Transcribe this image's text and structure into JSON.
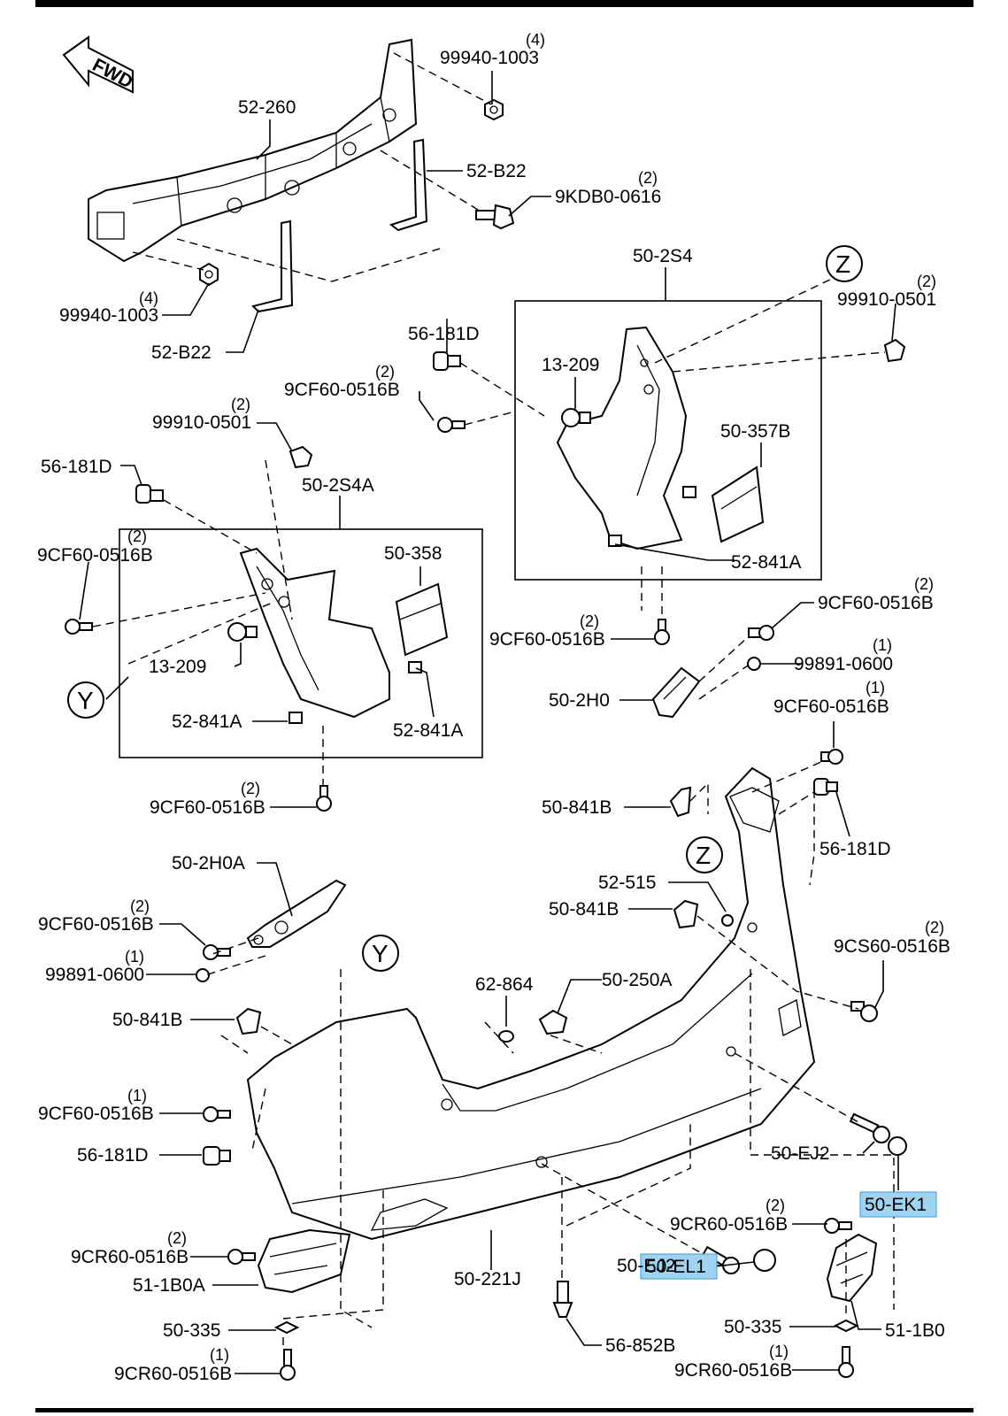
{
  "labels": {
    "p99940_1003_a": "99940-1003",
    "q99940_1003_a": "(4)",
    "p52_260": "52-260",
    "p52_b22_a": "52-B22",
    "p9kdb0": "9KDB0-0616",
    "q9kdb0": "(2)",
    "p99940_1003_b": "99940-1003",
    "q99940_1003_b": "(4)",
    "p52_b22_b": "52-B22",
    "p50_2s4": "50-2S4",
    "p99910_0501_a": "99910-0501",
    "q99910_0501_a": "(2)",
    "p56_181d_a": "56-181D",
    "p13_209_a": "13-209",
    "p9cf60_a": "9CF60-0516B",
    "q9cf60_a": "(2)",
    "p50_357b": "50-357B",
    "p99910_0501_b": "99910-0501",
    "q99910_0501_b": "(2)",
    "p56_181d_b": "56-181D",
    "p50_2s4a": "50-2S4A",
    "p9cf60_b": "9CF60-0516B",
    "q9cf60_b": "(2)",
    "p50_358": "50-358",
    "p52_841a_a": "52-841A",
    "p9cf60_c": "9CF60-0516B",
    "q9cf60_c": "(2)",
    "p9cf60_d": "9CF60-0516B",
    "q9cf60_d": "(2)",
    "p99891_0600_a": "99891-0600",
    "q99891_0600_a": "(1)",
    "p13_209_b": "13-209",
    "p50_2h0": "50-2H0",
    "p52_841a_b": "52-841A",
    "p52_841a_c": "52-841A",
    "p9cf60_e": "9CF60-0516B",
    "q9cf60_e": "(1)",
    "p9cf60_f": "9CF60-0516B",
    "q9cf60_f": "(2)",
    "p50_841b_a": "50-841B",
    "p56_181d_c": "56-181D",
    "p50_2h0a": "50-2H0A",
    "p52_515": "52-515",
    "p9cf60_g": "9CF60-0516B",
    "q9cf60_g": "(2)",
    "p50_841b_b": "50-841B",
    "p9cs60": "9CS60-0516B",
    "q9cs60": "(2)",
    "p99891_0600_b": "99891-0600",
    "q99891_0600_b": "(1)",
    "p62_864": "62-864",
    "p50_250a": "50-250A",
    "p50_841b_c": "50-841B",
    "p9cf60_h": "9CF60-0516B",
    "q9cf60_h": "(1)",
    "p56_181d_d": "56-181D",
    "p50_ej2_a": "50-EJ2",
    "p50_ek1": "50-EK1",
    "p9cr60_a": "9CR60-0516B",
    "q9cr60_a": "(2)",
    "p9cr60_b": "9CR60-0516B",
    "q9cr60_b": "(2)",
    "p51_1b0a": "51-1B0A",
    "p50_221j": "50-221J",
    "p50_ej2_b": "50-EJ2",
    "p50_el1": "50-EL1",
    "p50_335_a": "50-335",
    "p50_335_b": "50-335",
    "p51_1b0": "51-1B0",
    "p56_852b": "56-852B",
    "p9cr60_c": "9CR60-0516B",
    "q9cr60_c": "(1)",
    "p9cr60_d": "9CR60-0516B",
    "q9cr60_d": "(1)"
  },
  "markers": {
    "z": "Z",
    "y": "Y"
  },
  "fwd": "FWD",
  "colors": {
    "highlight": "#9fd3f0",
    "line": "#000000"
  }
}
